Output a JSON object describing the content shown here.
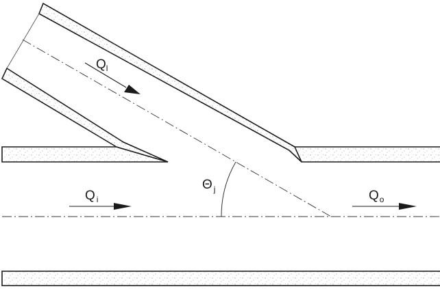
{
  "labels": {
    "lateral_flow": {
      "symbol": "Q",
      "subscript": "l"
    },
    "inlet_flow": {
      "symbol": "Q",
      "subscript": "i"
    },
    "outlet_flow": {
      "symbol": "Q",
      "subscript": "o"
    },
    "junction_angle": {
      "symbol": "Θ",
      "subscript": "j"
    }
  },
  "colors": {
    "line": "#1a1a1a",
    "wall_fill": "#ffffff",
    "speckle": "#8a8a8a"
  }
}
